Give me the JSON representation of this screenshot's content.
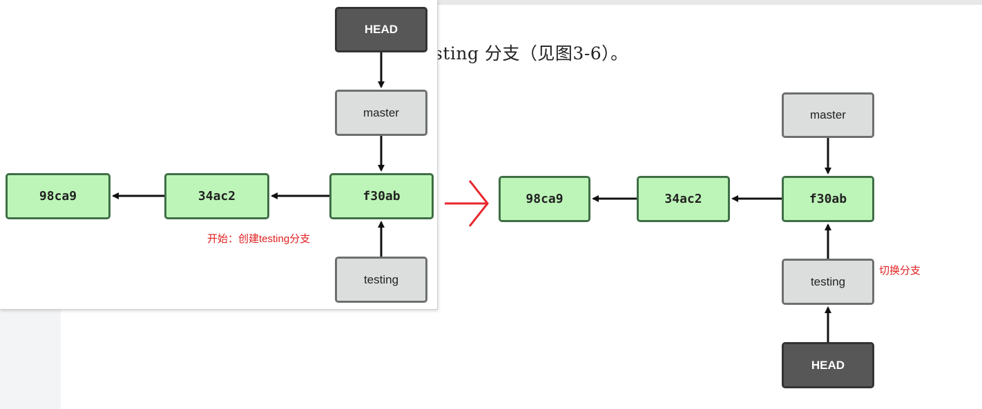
{
  "doc_text": "sting 分支（见图3-6）。",
  "left_diagram": {
    "head": "HEAD",
    "master": "master",
    "testing": "testing",
    "commits": [
      "98ca9",
      "34ac2",
      "f30ab"
    ],
    "note": "开始：创建testing分支"
  },
  "right_diagram": {
    "head": "HEAD",
    "master": "master",
    "testing": "testing",
    "commits": [
      "98ca9",
      "34ac2",
      "f30ab"
    ],
    "note": "切换分支"
  },
  "colors": {
    "commit_fill": "#bdf5b8",
    "commit_border": "#3f6e46",
    "branch_fill": "#dcdedd",
    "head_fill": "#575757",
    "annotation": "#e02020"
  }
}
